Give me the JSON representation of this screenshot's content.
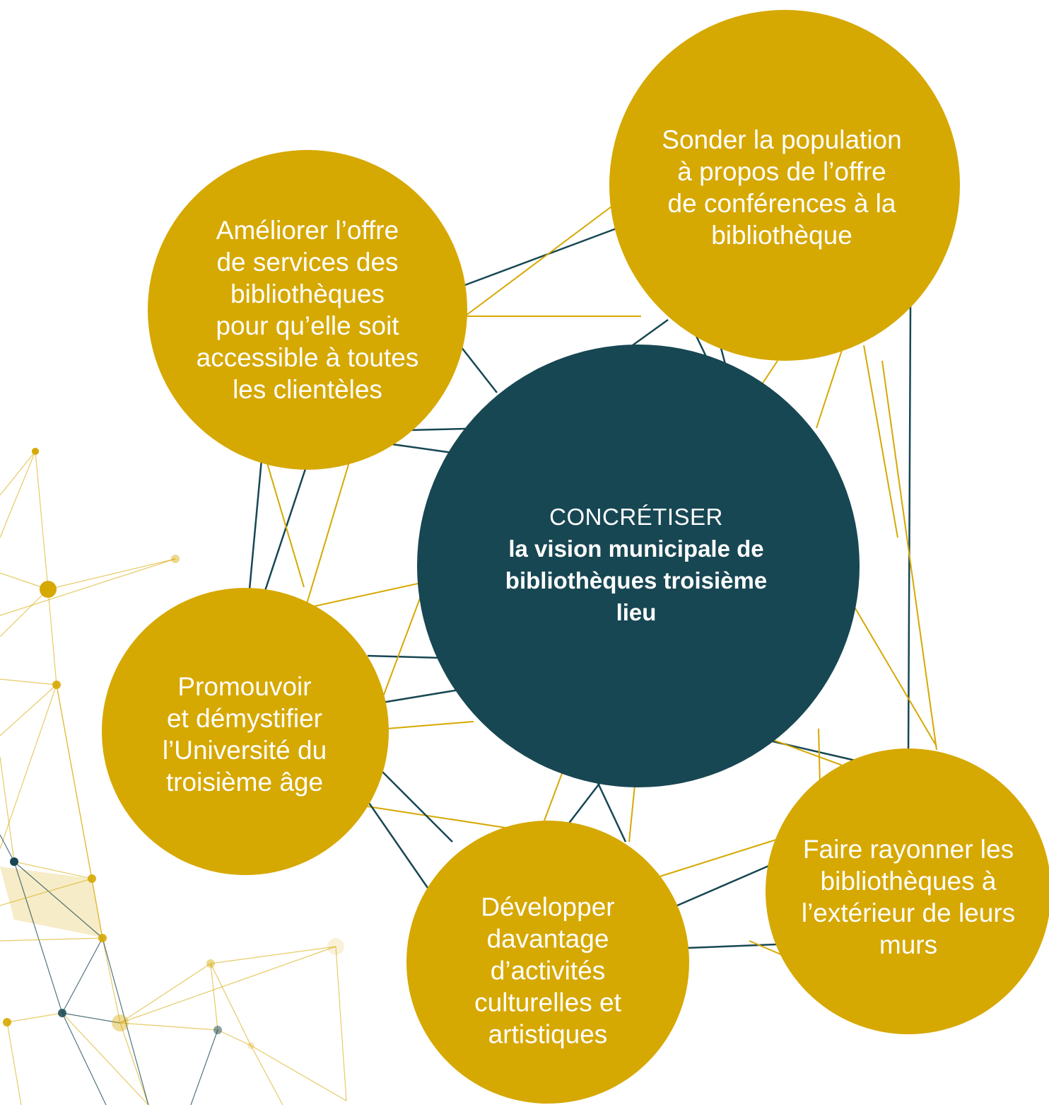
{
  "colors": {
    "gold": "#d6a802",
    "teal": "#174753",
    "background": "#ffffff",
    "text": "#ffffff"
  },
  "center": {
    "lines": [
      "CONCRÉTISER",
      "la vision municipale de",
      "bibliothèques troisième",
      "lieu"
    ]
  },
  "nodes": [
    {
      "id": "ameliorer",
      "lines": [
        "Améliorer l’offre",
        "de services des",
        "bibliothèques",
        "pour qu’elle soit",
        "accessible à toutes",
        "les clientèles"
      ]
    },
    {
      "id": "sonder",
      "lines": [
        "Sonder la population",
        "à propos de l’offre",
        "de conférences à la",
        "bibliothèque"
      ]
    },
    {
      "id": "promouvoir",
      "lines": [
        "Promouvoir",
        "et démystifier",
        "l’Université du",
        "troisième âge"
      ]
    },
    {
      "id": "developper",
      "lines": [
        "Développer",
        "davantage",
        "d’activités",
        "culturelles et",
        "artistiques"
      ]
    },
    {
      "id": "rayonner",
      "lines": [
        "Faire rayonner les",
        "bibliothèques à",
        "l’extérieur de leurs",
        "murs"
      ]
    }
  ]
}
